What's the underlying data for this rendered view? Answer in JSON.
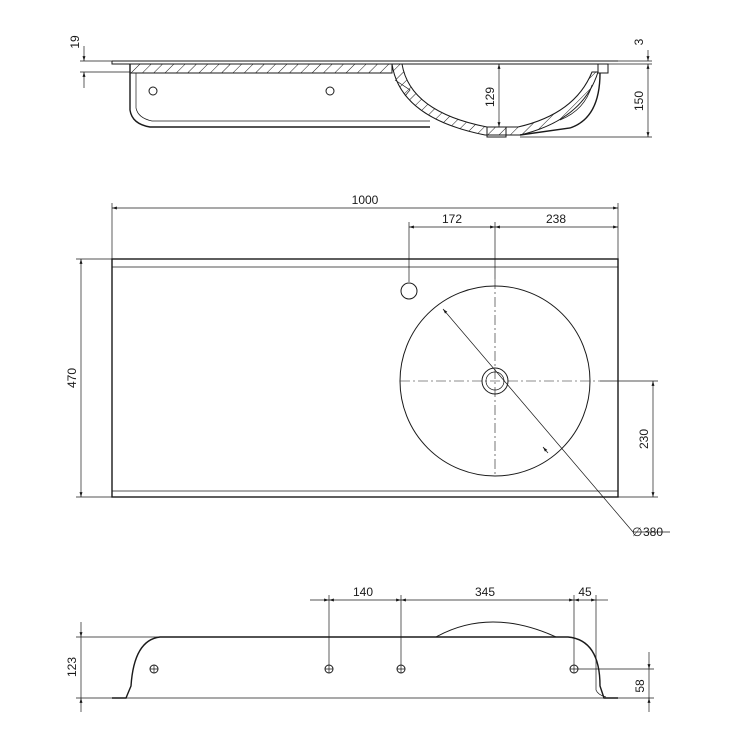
{
  "dimensions": {
    "side_top_left_height": "19",
    "side_top_right_thickness": "3",
    "side_basin_depth": "129",
    "side_total_height": "150",
    "top_total_width": "1000",
    "top_tap_to_center": "172",
    "top_center_to_edge": "238",
    "top_depth": "470",
    "top_center_from_front": "230",
    "top_basin_diameter": "380",
    "bottom_spacing_1": "140",
    "bottom_spacing_2": "345",
    "bottom_spacing_3": "45",
    "bottom_height": "123",
    "bottom_hole_height": "58"
  },
  "symbols": {
    "diameter": "∅"
  }
}
